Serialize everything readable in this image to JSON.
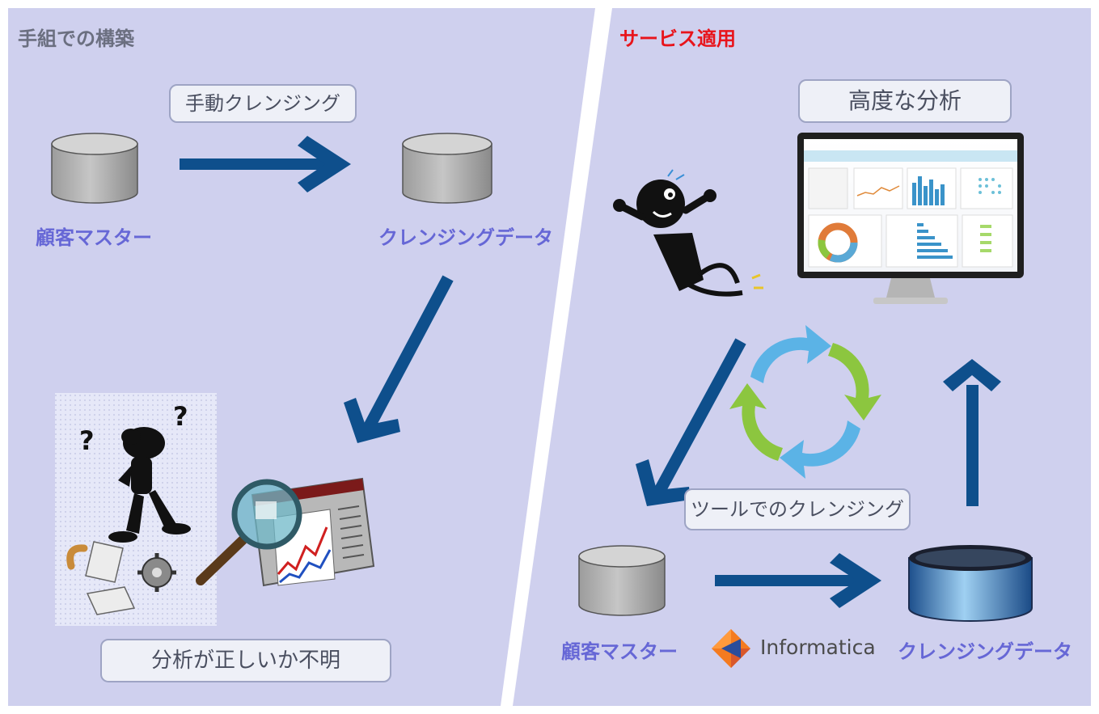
{
  "left_panel": {
    "title": "手組での構築",
    "callout_manual": "手動クレンジング",
    "label_source": "顧客マスター",
    "label_cleansed": "クレンジングデータ",
    "callout_unclear": "分析が正しいか不明"
  },
  "right_panel": {
    "title": "サービス適用",
    "callout_analysis": "高度な分析",
    "callout_tool": "ツールでのクレンジング",
    "label_source": "顧客マスター",
    "label_cleansed": "クレンジングデータ",
    "logo_text": "Informatica"
  },
  "colors": {
    "panel_bg": "#cfd0ee",
    "arrow": "#0e4f8c",
    "divider": "#ffffff",
    "label": "#6667d6",
    "title_right": "#e8141b",
    "cycle_green": "#8cc63f",
    "cycle_blue": "#5bb3e6"
  },
  "icons": [
    "database-icon",
    "monitor-icon",
    "magnifier-icon",
    "cycle-icon",
    "informatica-logo-icon"
  ]
}
